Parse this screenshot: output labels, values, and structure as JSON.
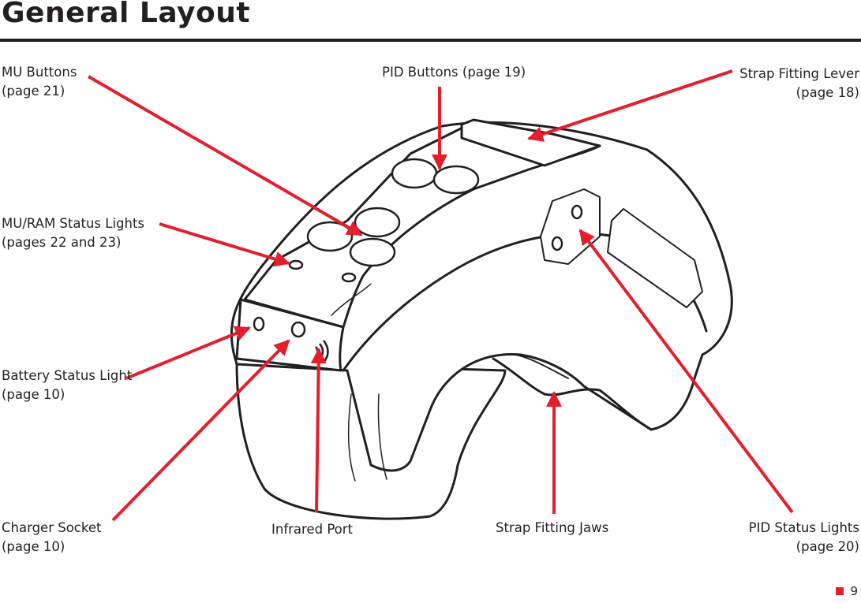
{
  "title": "General Layout",
  "labels": {
    "mu_buttons": {
      "line1": "MU Buttons",
      "line2": "(page 21)"
    },
    "pid_buttons": {
      "line1": "PID Buttons (page 19)"
    },
    "strap_lever": {
      "line1": "Strap Fitting Lever",
      "line2": "(page 18)"
    },
    "mu_ram": {
      "line1": "MU/RAM Status Lights",
      "line2": "(pages 22 and 23)"
    },
    "battery": {
      "line1": "Battery Status Light",
      "line2": "(page 10)"
    },
    "charger": {
      "line1": "Charger Socket",
      "line2": "(page 10)"
    },
    "infrared": {
      "line1": "Infrared Port"
    },
    "strap_jaws": {
      "line1": "Strap Fitting Jaws"
    },
    "pid_status": {
      "line1": "PID Status Lights",
      "line2": "(page 20)"
    }
  },
  "page_number": "9",
  "colors": {
    "arrow": "#e31e2d",
    "ink": "#231f20",
    "rule": "#231f20"
  }
}
